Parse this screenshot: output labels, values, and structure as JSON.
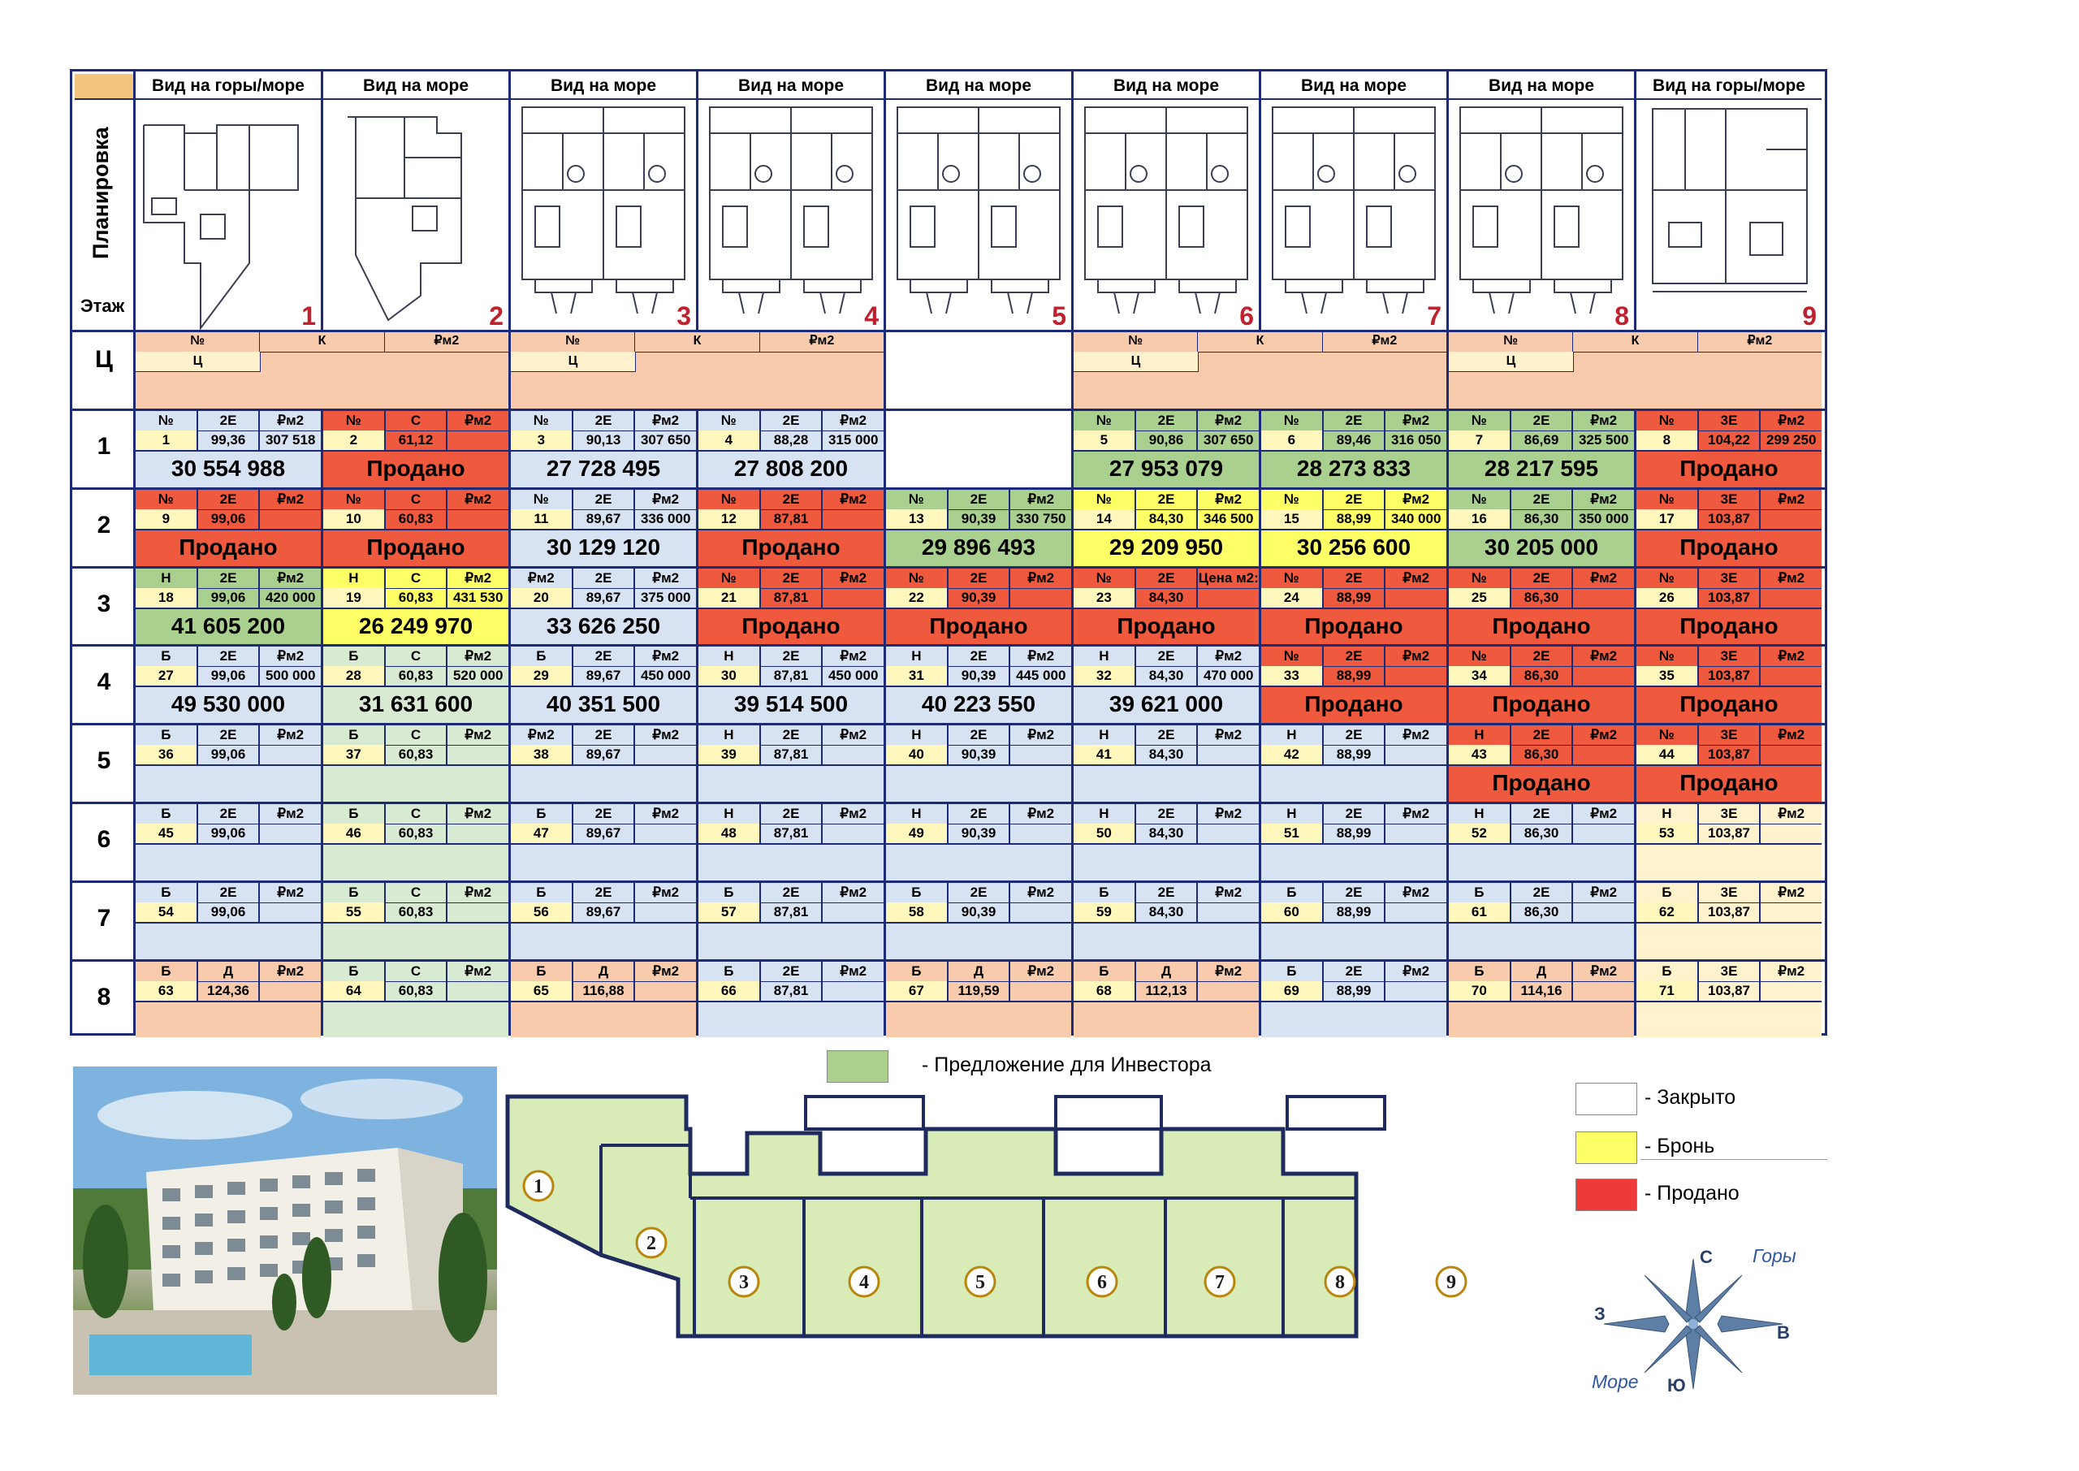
{
  "header": {
    "views": [
      "Вид на горы/море",
      "Вид на море",
      "Вид на море",
      "Вид на море",
      "Вид на море",
      "Вид на море",
      "Вид на море",
      "Вид на море",
      "Вид на горы/море"
    ],
    "plan_label": "Планировка",
    "floor_label": "Этаж",
    "plan_numbers": [
      "1",
      "2",
      "3",
      "4",
      "5",
      "6",
      "7",
      "8",
      "9"
    ]
  },
  "legend_row": {
    "label": "Ц",
    "num": "№",
    "k": "К",
    "rm2": "₽м2",
    "c": "Ц"
  },
  "floors": [
    {
      "label": "1",
      "cells": [
        {
          "a": "№",
          "b": "2Е",
          "c": "₽м2",
          "d": "1",
          "e": "99,36",
          "f": "307 518",
          "big": "30 554 988",
          "color": "c-blue"
        },
        {
          "a": "№",
          "b": "С",
          "c": "₽м2",
          "d": "2",
          "e": "61,12",
          "f": "",
          "big": "Продано",
          "color": "c-red"
        },
        {
          "a": "№",
          "b": "2Е",
          "c": "₽м2",
          "d": "3",
          "e": "90,13",
          "f": "307 650",
          "big": "27 728 495",
          "color": "c-blue"
        },
        {
          "a": "№",
          "b": "2Е",
          "c": "₽м2",
          "d": "4",
          "e": "88,28",
          "f": "315 000",
          "big": "27 808 200",
          "color": "c-blue"
        },
        {
          "a": "",
          "b": "",
          "c": "",
          "d": "",
          "e": "",
          "f": "",
          "big": "",
          "color": "c-white"
        },
        {
          "a": "№",
          "b": "2Е",
          "c": "₽м2",
          "d": "5",
          "e": "90,86",
          "f": "307 650",
          "big": "27 953 079",
          "color": "c-green"
        },
        {
          "a": "№",
          "b": "2Е",
          "c": "₽м2",
          "d": "6",
          "e": "89,46",
          "f": "316 050",
          "big": "28 273 833",
          "color": "c-green"
        },
        {
          "a": "№",
          "b": "2Е",
          "c": "₽м2",
          "d": "7",
          "e": "86,69",
          "f": "325 500",
          "big": "28 217 595",
          "color": "c-green"
        },
        {
          "a": "№",
          "b": "3Е",
          "c": "₽м2",
          "d": "8",
          "e": "104,22",
          "f": "299 250",
          "big": "Продано",
          "color": "c-red"
        }
      ]
    },
    {
      "label": "2",
      "cells": [
        {
          "a": "№",
          "b": "2Е",
          "c": "₽м2",
          "d": "9",
          "e": "99,06",
          "f": "",
          "big": "Продано",
          "color": "c-red"
        },
        {
          "a": "№",
          "b": "С",
          "c": "₽м2",
          "d": "10",
          "e": "60,83",
          "f": "",
          "big": "Продано",
          "color": "c-red"
        },
        {
          "a": "№",
          "b": "2Е",
          "c": "₽м2",
          "d": "11",
          "e": "89,67",
          "f": "336 000",
          "big": "30 129 120",
          "color": "c-blue"
        },
        {
          "a": "№",
          "b": "2Е",
          "c": "₽м2",
          "d": "12",
          "e": "87,81",
          "f": "",
          "big": "Продано",
          "color": "c-red"
        },
        {
          "a": "№",
          "b": "2Е",
          "c": "₽м2",
          "d": "13",
          "e": "90,39",
          "f": "330 750",
          "big": "29 896 493",
          "color": "c-green"
        },
        {
          "a": "№",
          "b": "2Е",
          "c": "₽м2",
          "d": "14",
          "e": "84,30",
          "f": "346 500",
          "big": "29 209 950",
          "color": "c-yellow"
        },
        {
          "a": "№",
          "b": "2Е",
          "c": "₽м2",
          "d": "15",
          "e": "88,99",
          "f": "340 000",
          "big": "30 256 600",
          "color": "c-yellow"
        },
        {
          "a": "№",
          "b": "2Е",
          "c": "₽м2",
          "d": "16",
          "e": "86,30",
          "f": "350 000",
          "big": "30 205 000",
          "color": "c-green"
        },
        {
          "a": "№",
          "b": "3Е",
          "c": "₽м2",
          "d": "17",
          "e": "103,87",
          "f": "",
          "big": "Продано",
          "color": "c-red"
        }
      ]
    },
    {
      "label": "3",
      "cells": [
        {
          "a": "Н",
          "b": "2Е",
          "c": "₽м2",
          "d": "18",
          "e": "99,06",
          "f": "420 000",
          "big": "41 605 200",
          "color": "c-green"
        },
        {
          "a": "Н",
          "b": "С",
          "c": "₽м2",
          "d": "19",
          "e": "60,83",
          "f": "431 530",
          "big": "26 249 970",
          "color": "c-yellow"
        },
        {
          "a": "₽м2",
          "b": "2Е",
          "c": "₽м2",
          "d": "20",
          "e": "89,67",
          "f": "375 000",
          "big": "33 626 250",
          "color": "c-blue"
        },
        {
          "a": "№",
          "b": "2Е",
          "c": "₽м2",
          "d": "21",
          "e": "87,81",
          "f": "",
          "big": "Продано",
          "color": "c-red"
        },
        {
          "a": "№",
          "b": "2Е",
          "c": "₽м2",
          "d": "22",
          "e": "90,39",
          "f": "",
          "big": "Продано",
          "color": "c-red"
        },
        {
          "a": "№",
          "b": "2Е",
          "c": "Цена м2:",
          "d": "23",
          "e": "84,30",
          "f": "",
          "big": "Продано",
          "color": "c-red"
        },
        {
          "a": "№",
          "b": "2Е",
          "c": "₽м2",
          "d": "24",
          "e": "88,99",
          "f": "",
          "big": "Продано",
          "color": "c-red"
        },
        {
          "a": "№",
          "b": "2Е",
          "c": "₽м2",
          "d": "25",
          "e": "86,30",
          "f": "",
          "big": "Продано",
          "color": "c-red"
        },
        {
          "a": "№",
          "b": "3Е",
          "c": "₽м2",
          "d": "26",
          "e": "103,87",
          "f": "",
          "big": "Продано",
          "color": "c-red"
        }
      ]
    },
    {
      "label": "4",
      "cells": [
        {
          "a": "Б",
          "b": "2Е",
          "c": "₽м2",
          "d": "27",
          "e": "99,06",
          "f": "500 000",
          "big": "49 530 000",
          "color": "c-blue"
        },
        {
          "a": "Б",
          "b": "С",
          "c": "₽м2",
          "d": "28",
          "e": "60,83",
          "f": "520 000",
          "big": "31 631 600",
          "color": "c-lgreen"
        },
        {
          "a": "Б",
          "b": "2Е",
          "c": "₽м2",
          "d": "29",
          "e": "89,67",
          "f": "450 000",
          "big": "40 351 500",
          "color": "c-blue"
        },
        {
          "a": "Н",
          "b": "2Е",
          "c": "₽м2",
          "d": "30",
          "e": "87,81",
          "f": "450 000",
          "big": "39 514 500",
          "color": "c-blue"
        },
        {
          "a": "Н",
          "b": "2Е",
          "c": "₽м2",
          "d": "31",
          "e": "90,39",
          "f": "445 000",
          "big": "40 223 550",
          "color": "c-blue"
        },
        {
          "a": "Н",
          "b": "2Е",
          "c": "₽м2",
          "d": "32",
          "e": "84,30",
          "f": "470 000",
          "big": "39 621 000",
          "color": "c-blue"
        },
        {
          "a": "№",
          "b": "2Е",
          "c": "₽м2",
          "d": "33",
          "e": "88,99",
          "f": "",
          "big": "Продано",
          "color": "c-red"
        },
        {
          "a": "№",
          "b": "2Е",
          "c": "₽м2",
          "d": "34",
          "e": "86,30",
          "f": "",
          "big": "Продано",
          "color": "c-red"
        },
        {
          "a": "№",
          "b": "3Е",
          "c": "₽м2",
          "d": "35",
          "e": "103,87",
          "f": "",
          "big": "Продано",
          "color": "c-red"
        }
      ]
    },
    {
      "label": "5",
      "cells": [
        {
          "a": "Б",
          "b": "2Е",
          "c": "₽м2",
          "d": "36",
          "e": "99,06",
          "f": "",
          "big": "",
          "color": "c-blue"
        },
        {
          "a": "Б",
          "b": "С",
          "c": "₽м2",
          "d": "37",
          "e": "60,83",
          "f": "",
          "big": "",
          "color": "c-lgreen"
        },
        {
          "a": "₽м2",
          "b": "2Е",
          "c": "₽м2",
          "d": "38",
          "e": "89,67",
          "f": "",
          "big": "",
          "color": "c-blue"
        },
        {
          "a": "Н",
          "b": "2Е",
          "c": "₽м2",
          "d": "39",
          "e": "87,81",
          "f": "",
          "big": "",
          "color": "c-blue"
        },
        {
          "a": "Н",
          "b": "2Е",
          "c": "₽м2",
          "d": "40",
          "e": "90,39",
          "f": "",
          "big": "",
          "color": "c-blue"
        },
        {
          "a": "Н",
          "b": "2Е",
          "c": "₽м2",
          "d": "41",
          "e": "84,30",
          "f": "",
          "big": "",
          "color": "c-blue"
        },
        {
          "a": "Н",
          "b": "2Е",
          "c": "₽м2",
          "d": "42",
          "e": "88,99",
          "f": "",
          "big": "",
          "color": "c-blue"
        },
        {
          "a": "Н",
          "b": "2Е",
          "c": "₽м2",
          "d": "43",
          "e": "86,30",
          "f": "",
          "big": "Продано",
          "color": "c-red"
        },
        {
          "a": "№",
          "b": "3Е",
          "c": "₽м2",
          "d": "44",
          "e": "103,87",
          "f": "",
          "big": "Продано",
          "color": "c-red"
        }
      ]
    },
    {
      "label": "6",
      "cells": [
        {
          "a": "Б",
          "b": "2Е",
          "c": "₽м2",
          "d": "45",
          "e": "99,06",
          "f": "",
          "big": "",
          "color": "c-blue"
        },
        {
          "a": "Б",
          "b": "С",
          "c": "₽м2",
          "d": "46",
          "e": "60,83",
          "f": "",
          "big": "",
          "color": "c-lgreen"
        },
        {
          "a": "Б",
          "b": "2Е",
          "c": "₽м2",
          "d": "47",
          "e": "89,67",
          "f": "",
          "big": "",
          "color": "c-blue"
        },
        {
          "a": "Н",
          "b": "2Е",
          "c": "₽м2",
          "d": "48",
          "e": "87,81",
          "f": "",
          "big": "",
          "color": "c-blue"
        },
        {
          "a": "Н",
          "b": "2Е",
          "c": "₽м2",
          "d": "49",
          "e": "90,39",
          "f": "",
          "big": "",
          "color": "c-blue"
        },
        {
          "a": "Н",
          "b": "2Е",
          "c": "₽м2",
          "d": "50",
          "e": "84,30",
          "f": "",
          "big": "",
          "color": "c-blue"
        },
        {
          "a": "Н",
          "b": "2Е",
          "c": "₽м2",
          "d": "51",
          "e": "88,99",
          "f": "",
          "big": "",
          "color": "c-blue"
        },
        {
          "a": "Н",
          "b": "2Е",
          "c": "₽м2",
          "d": "52",
          "e": "86,30",
          "f": "",
          "big": "",
          "color": "c-blue"
        },
        {
          "a": "Н",
          "b": "3Е",
          "c": "₽м2",
          "d": "53",
          "e": "103,87",
          "f": "",
          "big": "",
          "color": "c-cream"
        }
      ]
    },
    {
      "label": "7",
      "cells": [
        {
          "a": "Б",
          "b": "2Е",
          "c": "₽м2",
          "d": "54",
          "e": "99,06",
          "f": "",
          "big": "",
          "color": "c-blue"
        },
        {
          "a": "Б",
          "b": "С",
          "c": "₽м2",
          "d": "55",
          "e": "60,83",
          "f": "",
          "big": "",
          "color": "c-lgreen"
        },
        {
          "a": "Б",
          "b": "2Е",
          "c": "₽м2",
          "d": "56",
          "e": "89,67",
          "f": "",
          "big": "",
          "color": "c-blue"
        },
        {
          "a": "Б",
          "b": "2Е",
          "c": "₽м2",
          "d": "57",
          "e": "87,81",
          "f": "",
          "big": "",
          "color": "c-blue"
        },
        {
          "a": "Б",
          "b": "2Е",
          "c": "₽м2",
          "d": "58",
          "e": "90,39",
          "f": "",
          "big": "",
          "color": "c-blue"
        },
        {
          "a": "Б",
          "b": "2Е",
          "c": "₽м2",
          "d": "59",
          "e": "84,30",
          "f": "",
          "big": "",
          "color": "c-blue"
        },
        {
          "a": "Б",
          "b": "2Е",
          "c": "₽м2",
          "d": "60",
          "e": "88,99",
          "f": "",
          "big": "",
          "color": "c-blue"
        },
        {
          "a": "Б",
          "b": "2Е",
          "c": "₽м2",
          "d": "61",
          "e": "86,30",
          "f": "",
          "big": "",
          "color": "c-blue"
        },
        {
          "a": "Б",
          "b": "3Е",
          "c": "₽м2",
          "d": "62",
          "e": "103,87",
          "f": "",
          "big": "",
          "color": "c-cream"
        }
      ]
    },
    {
      "label": "8",
      "cells": [
        {
          "a": "Б",
          "b": "Д",
          "c": "₽м2",
          "d": "63",
          "e": "124,36",
          "f": "",
          "big": "",
          "color": "c-peach"
        },
        {
          "a": "Б",
          "b": "С",
          "c": "₽м2",
          "d": "64",
          "e": "60,83",
          "f": "",
          "big": "",
          "color": "c-lgreen"
        },
        {
          "a": "Б",
          "b": "Д",
          "c": "₽м2",
          "d": "65",
          "e": "116,88",
          "f": "",
          "big": "",
          "color": "c-peach"
        },
        {
          "a": "Б",
          "b": "2Е",
          "c": "₽м2",
          "d": "66",
          "e": "87,81",
          "f": "",
          "big": "",
          "color": "c-blue"
        },
        {
          "a": "Б",
          "b": "Д",
          "c": "₽м2",
          "d": "67",
          "e": "119,59",
          "f": "",
          "big": "",
          "color": "c-peach"
        },
        {
          "a": "Б",
          "b": "Д",
          "c": "₽м2",
          "d": "68",
          "e": "112,13",
          "f": "",
          "big": "",
          "color": "c-peach"
        },
        {
          "a": "Б",
          "b": "2Е",
          "c": "₽м2",
          "d": "69",
          "e": "88,99",
          "f": "",
          "big": "",
          "color": "c-blue"
        },
        {
          "a": "Б",
          "b": "Д",
          "c": "₽м2",
          "d": "70",
          "e": "114,16",
          "f": "",
          "big": "",
          "color": "c-peach"
        },
        {
          "a": "Б",
          "b": "3Е",
          "c": "₽м2",
          "d": "71",
          "e": "103,87",
          "f": "",
          "big": "",
          "color": "c-cream"
        }
      ]
    }
  ],
  "legend": {
    "investor": "- Предложение для Инвестора",
    "closed": "- Закрыто",
    "reserved": "- Бронь",
    "sold": "- Продано"
  },
  "compass": {
    "n": "С",
    "s": "Ю",
    "w": "З",
    "e": "В",
    "mountains": "Горы",
    "sea": "Море"
  },
  "colors": {
    "sold": "#ef5a3e",
    "reserved": "#ffff66",
    "investor": "#a9d08e",
    "grid": "#1d2a78"
  }
}
